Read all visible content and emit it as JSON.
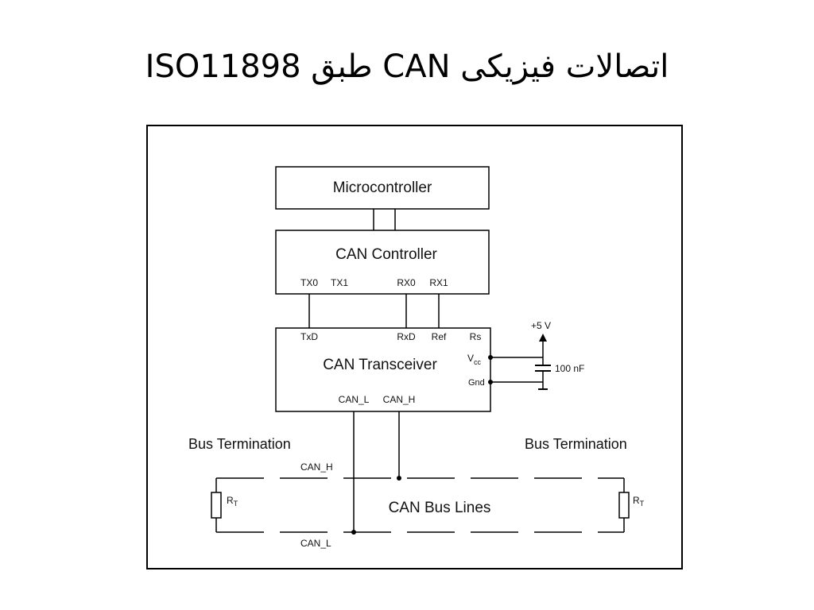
{
  "slide": {
    "title": "اتصالات فیزیکی CAN طبق ISO11898"
  },
  "diagram": {
    "blocks": {
      "microcontroller": "Microcontroller",
      "can_controller": "CAN Controller",
      "can_transceiver": "CAN Transceiver"
    },
    "controller_pins": [
      "TX0",
      "TX1",
      "RX0",
      "RX1"
    ],
    "transceiver_pins_top": [
      "TxD",
      "RxD",
      "Ref",
      "Rs"
    ],
    "transceiver_pins_side": {
      "vcc_main": "V",
      "vcc_sub": "cc",
      "gnd": "Gnd"
    },
    "transceiver_pins_bottom": [
      "CAN_L",
      "CAN_H"
    ],
    "supply": {
      "voltage": "+5 V",
      "capacitor": "100 nF"
    },
    "bus": {
      "label": "CAN Bus Lines",
      "high_line": "CAN_H",
      "low_line": "CAN_L",
      "termination_left": "Bus Termination",
      "termination_right": "Bus Termination",
      "resistor_main": "R",
      "resistor_sub": "T"
    }
  }
}
